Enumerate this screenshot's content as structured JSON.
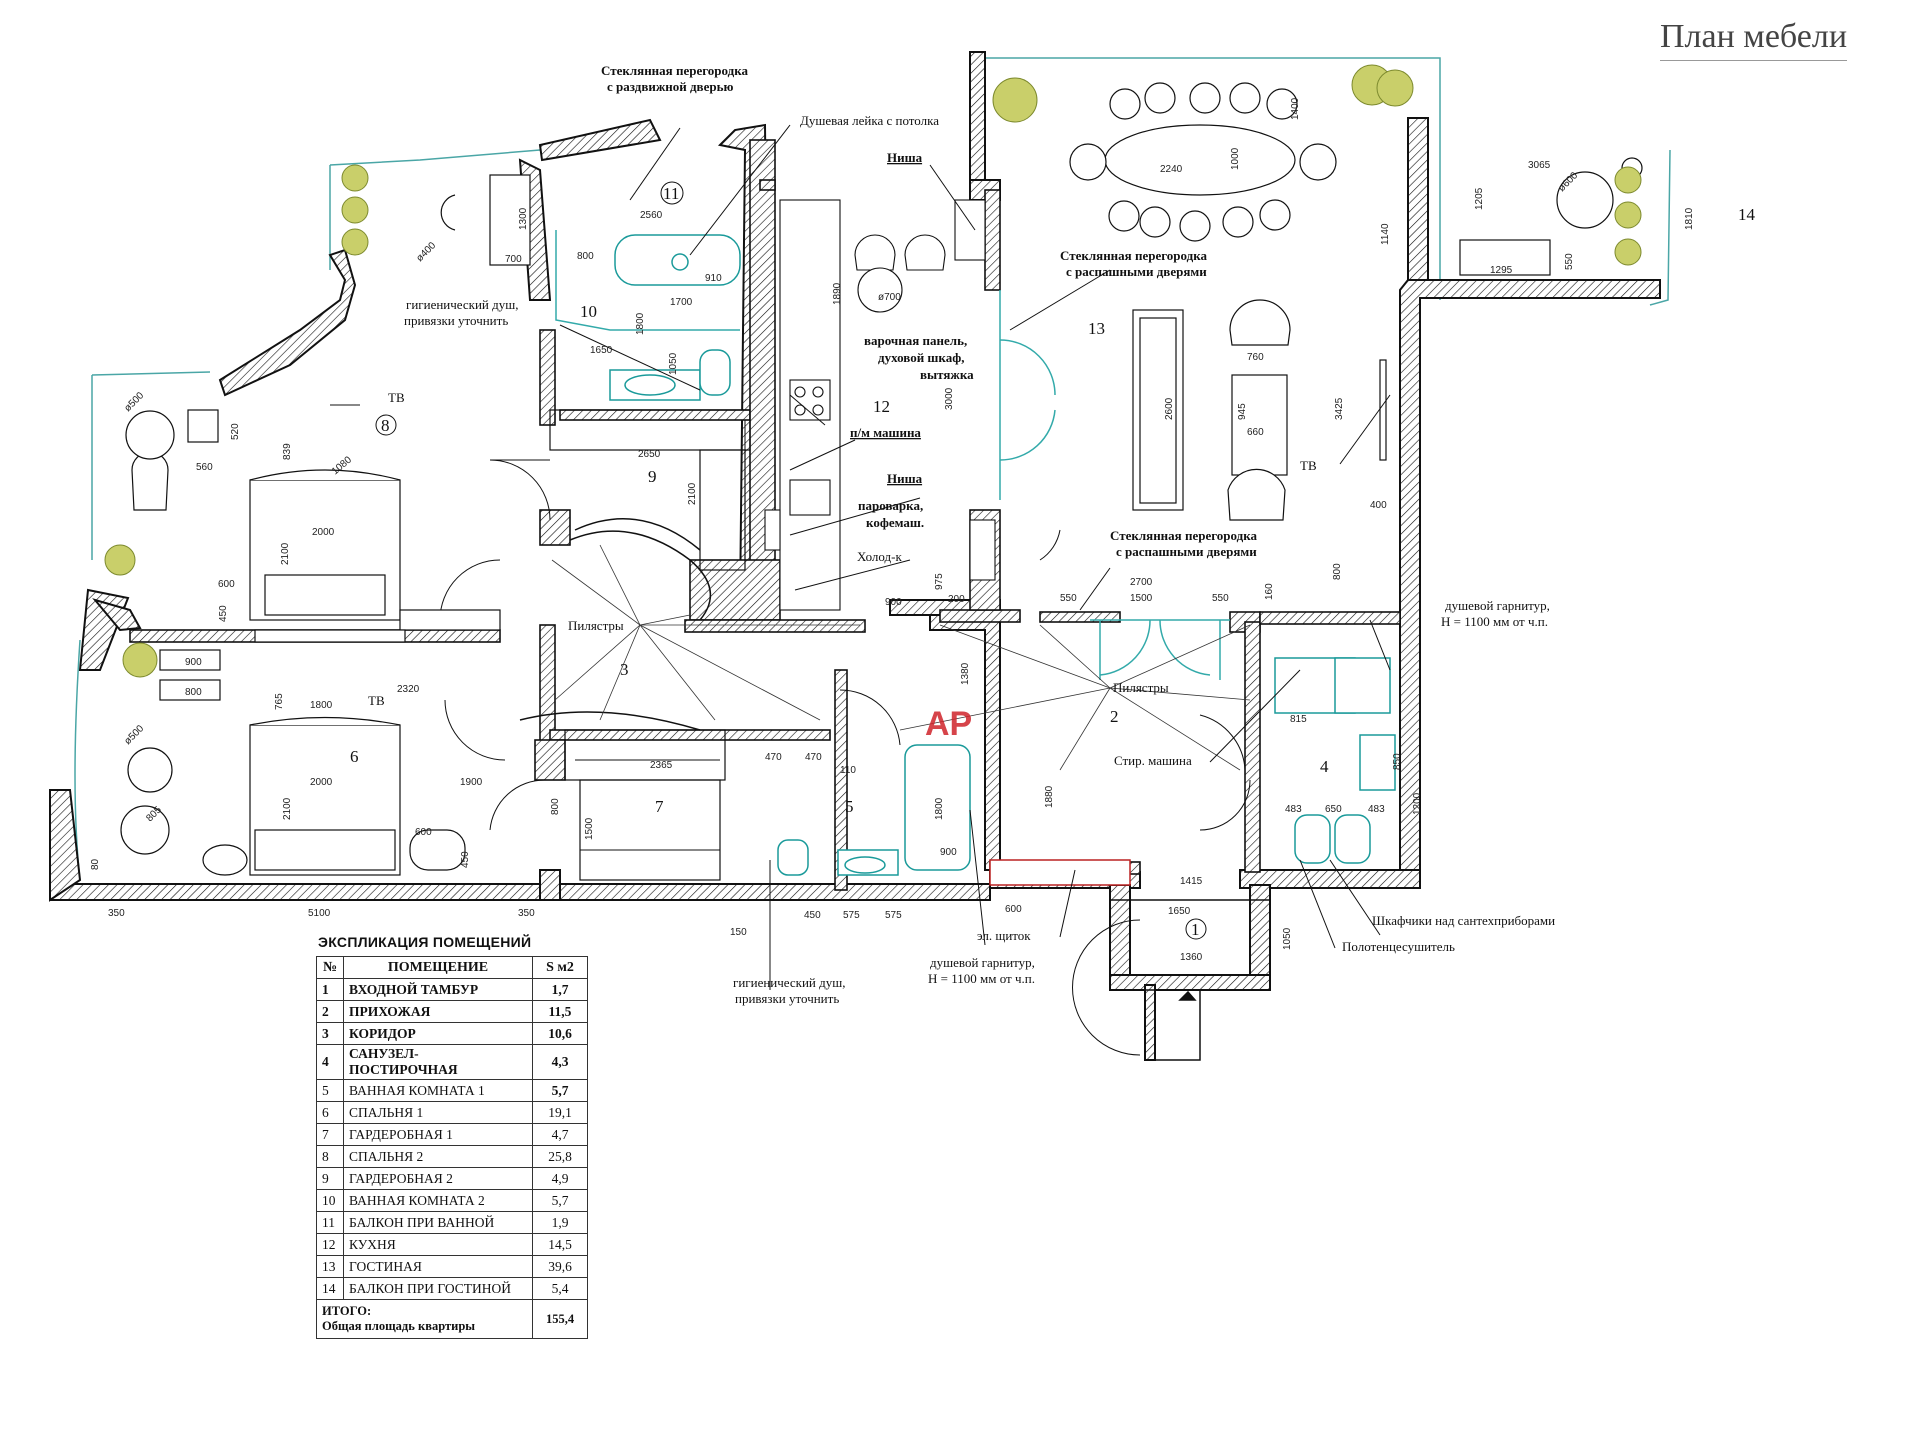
{
  "page_title": "План мебели",
  "explication": {
    "title": "ЭКСПЛИКАЦИЯ ПОМЕЩЕНИЙ",
    "headers": [
      "№",
      "ПОМЕЩЕНИЕ",
      "S м2"
    ],
    "rows": [
      {
        "n": "1",
        "name": "ВХОДНОЙ ТАМБУР",
        "s": "1,7"
      },
      {
        "n": "2",
        "name": "ПРИХОЖАЯ",
        "s": "11,5"
      },
      {
        "n": "3",
        "name": "КОРИДОР",
        "s": "10,6"
      },
      {
        "n": "4",
        "name": "САНУЗЕЛ-ПОСТИРОЧНАЯ",
        "s": "4,3"
      },
      {
        "n": "5",
        "name": "ВАННАЯ КОМНАТА 1",
        "s": "5,7"
      },
      {
        "n": "6",
        "name": "СПАЛЬНЯ 1",
        "s": "19,1"
      },
      {
        "n": "7",
        "name": "ГАРДЕРОБНАЯ 1",
        "s": "4,7"
      },
      {
        "n": "8",
        "name": "СПАЛЬНЯ 2",
        "s": "25,8"
      },
      {
        "n": "9",
        "name": "ГАРДЕРОБНАЯ 2",
        "s": "4,9"
      },
      {
        "n": "10",
        "name": "ВАННАЯ КОМНАТА 2",
        "s": "5,7"
      },
      {
        "n": "11",
        "name": "БАЛКОН ПРИ ВАННОЙ",
        "s": "1,9"
      },
      {
        "n": "12",
        "name": "КУХНЯ",
        "s": "14,5"
      },
      {
        "n": "13",
        "name": "ГОСТИНАЯ",
        "s": "39,6"
      },
      {
        "n": "14",
        "name": "БАЛКОН ПРИ ГОСТИНОЙ",
        "s": "5,4"
      }
    ],
    "total_label_1": "ИТОГО:",
    "total_label_2": "Общая площадь квартиры",
    "total_value": "155,4"
  },
  "annotations": {
    "glass_slide_1": "Стеклянная перегородка",
    "glass_slide_2": "с раздвижной дверью",
    "ceiling_shower": "Душевая лейка с потолка",
    "niche_1": "Ниша",
    "glass_swing_top_1": "Стеклянная перегородка",
    "glass_swing_top_2": "с распашными дверями",
    "hyg_shower_top_1": "гигиенический душ,",
    "hyg_shower_top_2": "привязки уточнить",
    "hob_1": "варочная панель,",
    "hob_2": "духовой шкаф,",
    "hob_3": "вытяжка",
    "tv_1": "ТВ",
    "tv_2": "ТВ",
    "tv_3": "ТВ",
    "dishwasher": "п/м машина",
    "niche_2": "Ниша",
    "steamer_1": "пароварка,",
    "steamer_2": "кофемаш.",
    "fridge": "Холод-к",
    "glass_swing_mid_1": "Стеклянная перегородка",
    "glass_swing_mid_2": "с распашными дверями",
    "pilasters_1": "Пилястры",
    "pilasters_2": "Пилястры",
    "shower_set_right_1": "душевой гарнитур,",
    "shower_set_right_2": "Н = 1100 мм от ч.п.",
    "washer": "Стир. машина",
    "cabinets": "Шкафчики над сантехприборами",
    "towel": "Полотенцесушитель",
    "panel": "эл. щиток",
    "shower_set_bottom_1": "душевой гарнитур,",
    "shower_set_bottom_2": "Н = 1100 мм от ч.п.",
    "hyg_shower_bottom_1": "гигиенический душ,",
    "hyg_shower_bottom_2": "привязки уточнить",
    "watermark": "AP"
  },
  "rooms": [
    "1",
    "2",
    "3",
    "4",
    "5",
    "6",
    "7",
    "8",
    "9",
    "10",
    "11",
    "12",
    "13",
    "14"
  ],
  "dimensions": {
    "d2240": "2240",
    "d1000": "1000",
    "d1400": "1400",
    "d3065": "3065",
    "d1205": "1205",
    "d1810": "1810",
    "d1140": "1140",
    "d1295": "1295",
    "d550a": "550",
    "d600a": "ø600",
    "d2560": "2560",
    "d910": "910",
    "d1700": "1700",
    "d800a": "800",
    "d700a": "700",
    "d1300": "1300",
    "d400a": "ø400",
    "d1800a": "1800",
    "d1050": "1050",
    "d1650a": "1650",
    "d2650": "2650",
    "d2100a": "2100",
    "d2000a": "2000",
    "d2100b": "2100",
    "d839": "839",
    "d1080": "1080",
    "d560": "560",
    "d520": "520",
    "d500a": "ø500",
    "d600b": "600",
    "d450a": "450",
    "d900a": "900",
    "d800b": "800",
    "d765": "765",
    "d1800b": "1800",
    "d2320": "2320",
    "d2000b": "2000",
    "d2100c": "2100",
    "d1900": "1900",
    "d600c": "600",
    "d450b": "450",
    "d805": "805",
    "d500b": "ø500",
    "d5100": "5100",
    "d350a": "350",
    "d350b": "350",
    "d80": "80",
    "d2365": "2365",
    "d1500a": "1500",
    "d800c": "800",
    "d470a": "470",
    "d470b": "470",
    "d110": "110",
    "d1800c": "1800",
    "d900b": "900",
    "d450c": "450",
    "d575a": "575",
    "d575b": "575",
    "d150": "150",
    "d2700": "2700",
    "d1500b": "1500",
    "d550b": "550",
    "d550c": "550",
    "d900c": "900",
    "d1380": "1380",
    "d1880": "1880",
    "d1415": "1415",
    "d1650b": "1650",
    "d1360": "1360",
    "d600d": "600",
    "d850": "850",
    "d1200": "1200",
    "d650": "650",
    "d483a": "483",
    "d483b": "483",
    "d815": "815",
    "d3425": "3425",
    "d400b": "400",
    "d760": "760",
    "d945": "945",
    "d660": "660",
    "d2600": "2600",
    "d3000": "3000",
    "d700b": "ø700",
    "d1890": "1890",
    "d975": "975",
    "d200": "200",
    "d800d": "800",
    "d1050b": "1050",
    "d160": "160"
  }
}
